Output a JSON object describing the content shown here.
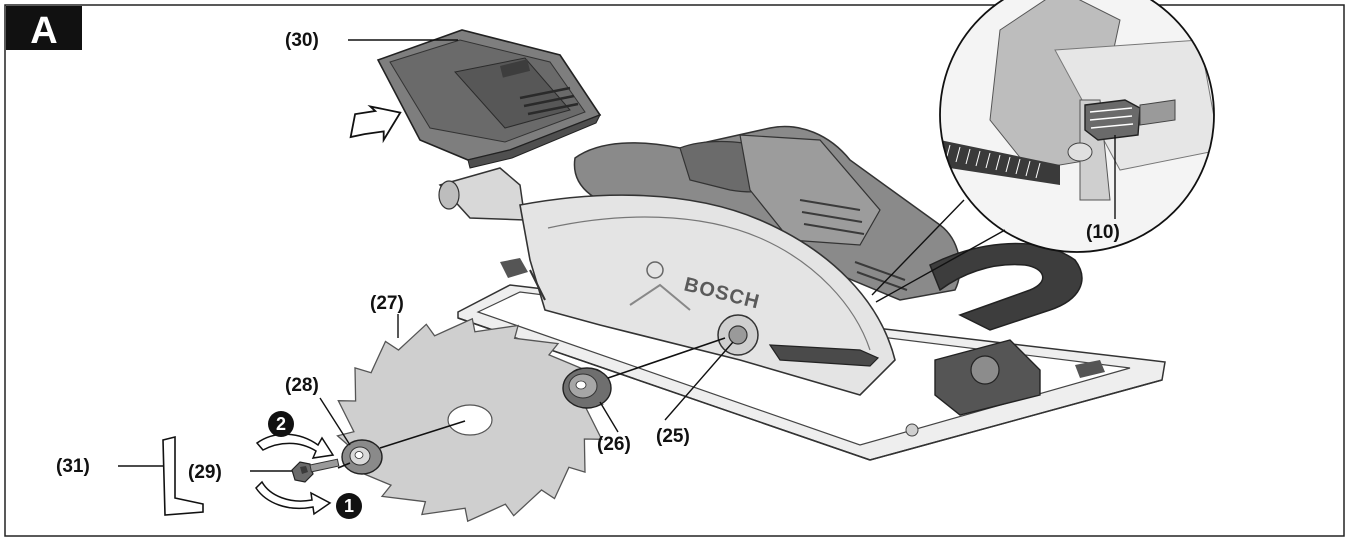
{
  "panel": {
    "letter": "A"
  },
  "brand": "BOSCH",
  "callouts": {
    "c30": "(30)",
    "c10": "(10)",
    "c27": "(27)",
    "c28": "(28)",
    "c29": "(29)",
    "c31": "(31)",
    "c26": "(26)",
    "c25": "(25)"
  },
  "steps": {
    "step1": "1",
    "step2": "2"
  },
  "icons": [
    "removal-arrow-icon",
    "tighten-arrow-icon",
    "loosen-arrow-icon"
  ]
}
